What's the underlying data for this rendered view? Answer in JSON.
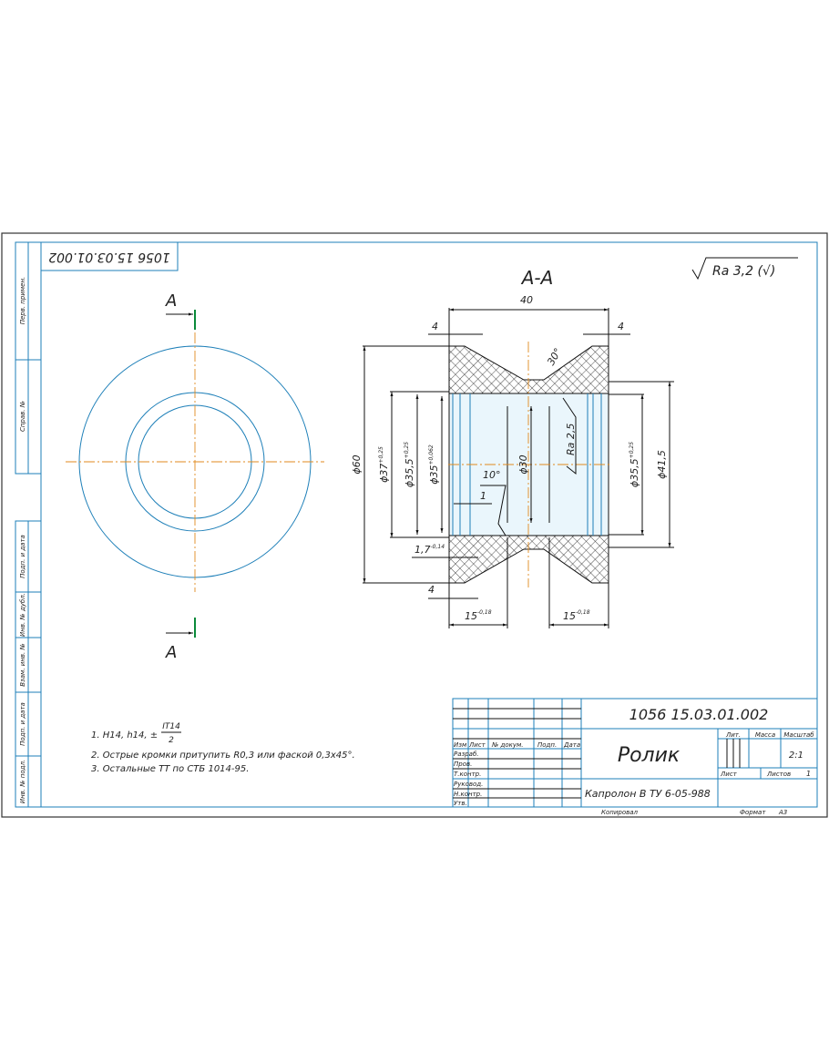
{
  "drawing": {
    "designation": "1056 15.03.01.002",
    "designation_stamp": "1056 15.03.01.002",
    "part_name": "Ролик",
    "material": "Капролон В ТУ 6-05-988",
    "scale": "2:1",
    "sheets_count": "1",
    "copied_label": "Копировал",
    "format_label": "Формат",
    "format_value": "А3",
    "roughness_general": "Ra 3,2 (√)",
    "section_label": "А-А",
    "cut_label_top": "А",
    "cut_label_bottom": "А"
  },
  "title_block": {
    "col_headers": [
      "Изм",
      "Лист",
      "№ докум.",
      "Подп.",
      "Дата"
    ],
    "row_labels": [
      "Разраб.",
      "Пров.",
      "Т.контр.",
      "Руковод.",
      "Н.контр.",
      "Утв."
    ],
    "lit_label": "Лит.",
    "mass_label": "Масса",
    "scale_label": "Масштаб",
    "sheet_label": "Лист",
    "sheets_label": "Листов"
  },
  "side_strip": [
    "Перв. примен.",
    "Справ. №",
    "Подп. и дата",
    "Инв. № дубл.",
    "Взам. инв. №",
    "Подп. и дата",
    "Инв. № подл."
  ],
  "dimensions": {
    "width_40": "40",
    "chamfer_4_tl": "4",
    "chamfer_4_tr": "4",
    "chamfer_4_bl": "4",
    "angle_30": "30°",
    "d60": "ϕ60",
    "d37": "ϕ37",
    "d37_tol": "+0,25",
    "d355_left": "ϕ35,5",
    "d355_left_tol": "+0,25",
    "d35": "ϕ35",
    "d35_tol": "+0,062",
    "d30": "ϕ30",
    "ra25": "Ra 2,5",
    "d355_right": "ϕ35,5",
    "d355_right_tol": "+0,25",
    "d415": "ϕ41,5",
    "angle_10": "10°",
    "dim_1": "1",
    "dim_17": "1,7",
    "dim_17_tol": "-0,14",
    "dim_15_left": "15",
    "dim_15_left_tol": "-0,18",
    "dim_15_right": "15",
    "dim_15_right_tol": "-0,18"
  },
  "notes": {
    "note1_prefix": "1. H14, h14, ±",
    "note1_num": "IT14",
    "note1_den": "2",
    "note2": "2. Острые кромки притупить R0,3 или фаской 0,3х45°.",
    "note3": "3. Остальные ТТ по СТБ 1014-95."
  }
}
